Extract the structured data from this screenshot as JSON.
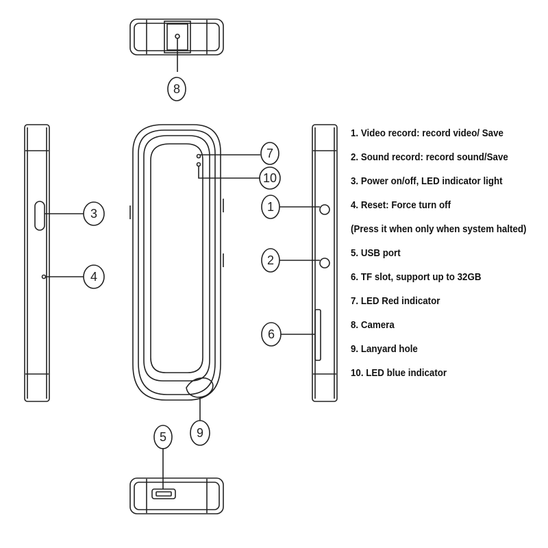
{
  "legend": {
    "items": [
      "1. Video record: record video/ Save",
      "2. Sound record: record sound/Save",
      "3. Power on/off, LED indicator light",
      "4. Reset: Force turn off",
      "(Press it when only when system halted)",
      "5. USB port",
      "6. TF slot, support up to 32GB",
      "7. LED Red indicator",
      "8. Camera",
      "9. Lanyard hole",
      "10. LED blue indicator"
    ]
  },
  "callouts": {
    "n1": "1",
    "n2": "2",
    "n3": "3",
    "n4": "4",
    "n5": "5",
    "n6": "6",
    "n7": "7",
    "n8": "8",
    "n9": "9",
    "n10": "10"
  }
}
